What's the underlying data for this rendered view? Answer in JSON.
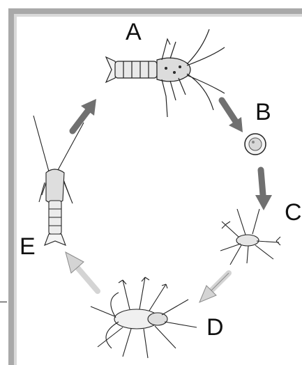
{
  "labels": {
    "a": "A",
    "b": "B",
    "c": "C",
    "d": "D",
    "e": "E"
  },
  "colors": {
    "arrow_dark": "#707070",
    "arrow_light": "#d4d4d4",
    "frame": "#a9a9a9"
  }
}
